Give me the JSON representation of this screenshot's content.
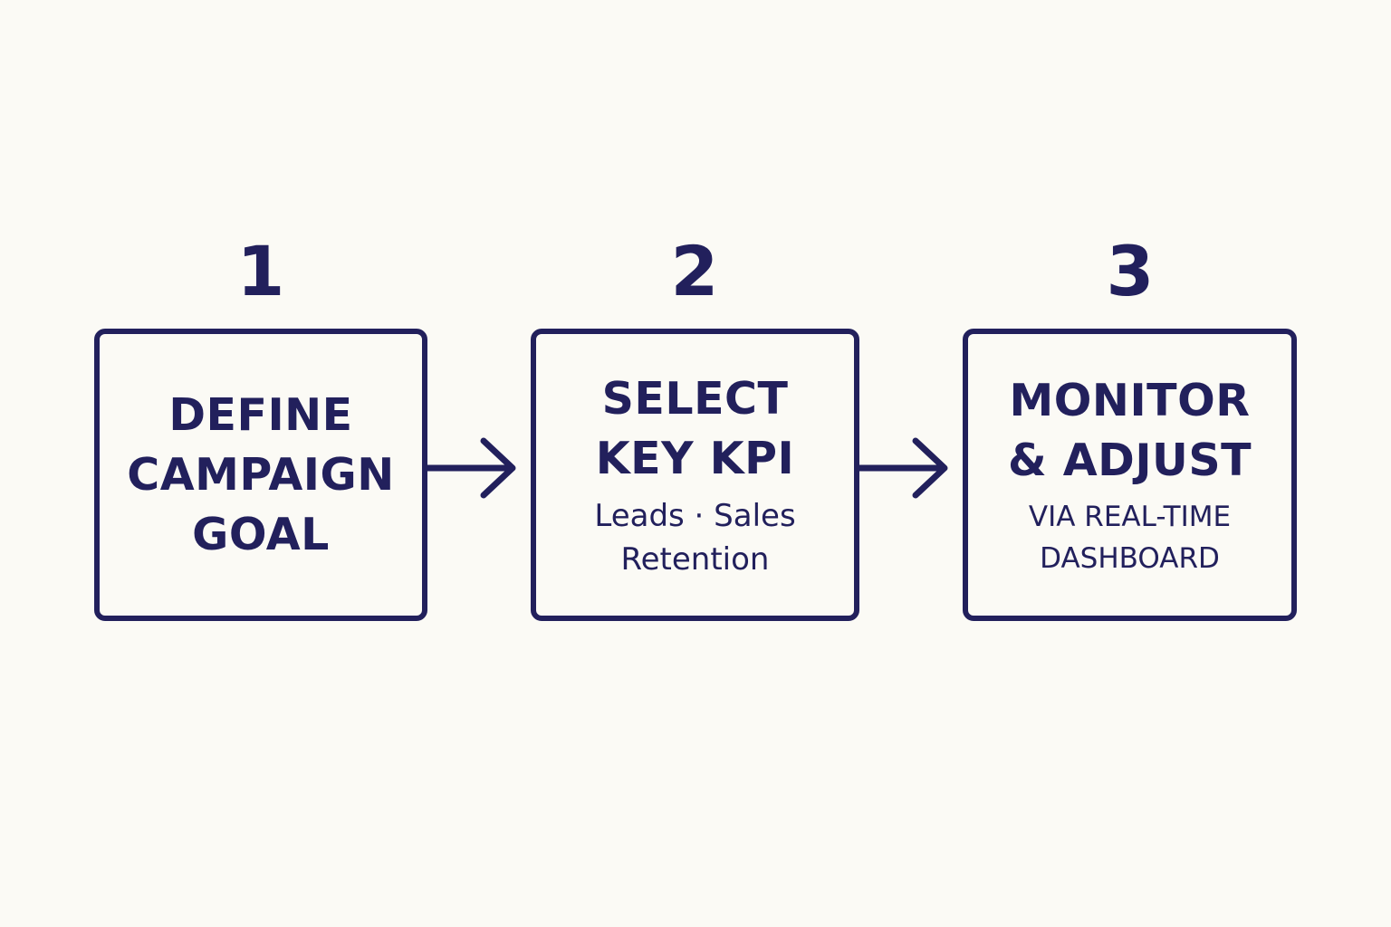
{
  "diagram": {
    "colors": {
      "ink": "#22205c",
      "background": "#fbfaf5"
    },
    "steps": [
      {
        "number": "1",
        "title_lines": [
          "DEFINE",
          "CAMPAIGN",
          "GOAL"
        ],
        "sub_lines": []
      },
      {
        "number": "2",
        "title_lines": [
          "SELECT",
          "KEY KPI"
        ],
        "sub_lines": [
          "Leads · Sales",
          "Retention"
        ]
      },
      {
        "number": "3",
        "title_lines": [
          "MONITOR",
          "& ADJUST"
        ],
        "sub_lines": [
          "VIA REAL-TIME",
          "DASHBOARD"
        ]
      }
    ],
    "connectors": [
      {
        "from": "1",
        "to": "2",
        "icon": "arrow-right-icon"
      },
      {
        "from": "2",
        "to": "3",
        "icon": "arrow-right-icon"
      }
    ]
  }
}
